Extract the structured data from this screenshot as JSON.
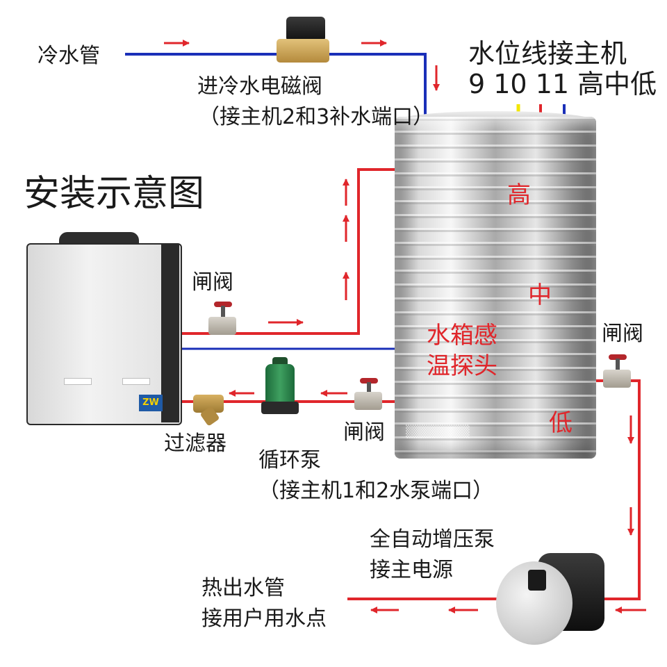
{
  "title": "安装示意图",
  "labels": {
    "cold_water_pipe": "冷水管",
    "solenoid_valve": "进冷水电磁阀",
    "solenoid_valve_note": "（接主机2和3补水端口）",
    "water_level_wire": "水位线接主机",
    "water_level_terminals": "9 10 11 高中低",
    "gate_valve_upper": "闸阀",
    "gate_valve_right": "闸阀",
    "gate_valve_lower": "闸阀",
    "filter": "过滤器",
    "circulation_pump": "循环泵",
    "circulation_pump_note": "（接主机1和2水泵端口）",
    "booster_pump": "全自动增压泵",
    "booster_pump_note": "接主电源",
    "hot_water_pipe": "热出水管",
    "hot_water_pipe_note": "接用户用水点",
    "tank_probe_line1": "水箱感",
    "tank_probe_line2": "温探头",
    "level_high": "高",
    "level_mid": "中",
    "level_low": "低",
    "heat_pump_badge": "ZW"
  },
  "colors": {
    "hot_pipe": "#e0262b",
    "cold_pipe": "#1a2fb8",
    "level_high_wire": "#f2e600",
    "level_mid_wire": "#e0262b",
    "level_low_wire": "#1a2fb8",
    "arrow": "#e0262b"
  },
  "icons": {
    "solenoid_valve": "solenoid-valve-icon",
    "gate_valve": "gate-valve-icon",
    "circulation_pump": "circulation-pump-icon",
    "filter": "y-strainer-icon",
    "booster_pump": "booster-pump-icon",
    "heat_pump": "heat-pump-unit-icon",
    "water_tank": "stainless-water-tank-icon"
  }
}
